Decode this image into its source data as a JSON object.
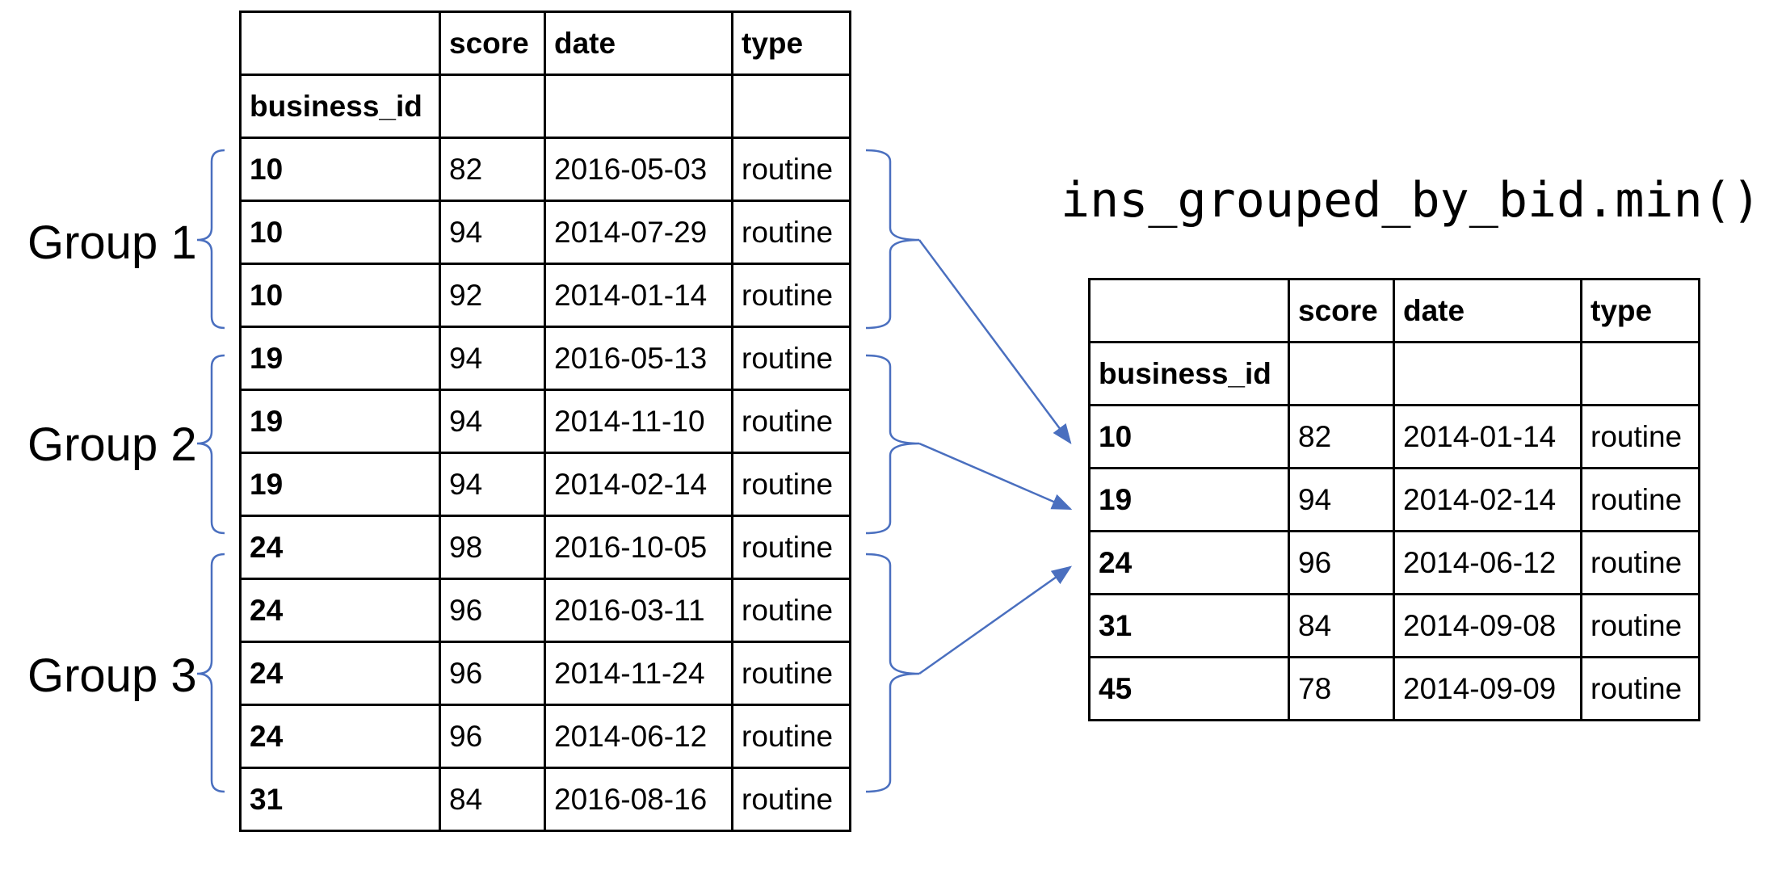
{
  "code_label": "ins_grouped_by_bid.min()",
  "group_labels": [
    "Group 1",
    "Group 2",
    "Group 3"
  ],
  "left_table": {
    "columns": [
      "",
      "score",
      "date",
      "type"
    ],
    "index_name": "business_id",
    "rows": [
      [
        "10",
        "82",
        "2016-05-03",
        "routine"
      ],
      [
        "10",
        "94",
        "2014-07-29",
        "routine"
      ],
      [
        "10",
        "92",
        "2014-01-14",
        "routine"
      ],
      [
        "19",
        "94",
        "2016-05-13",
        "routine"
      ],
      [
        "19",
        "94",
        "2014-11-10",
        "routine"
      ],
      [
        "19",
        "94",
        "2014-02-14",
        "routine"
      ],
      [
        "24",
        "98",
        "2016-10-05",
        "routine"
      ],
      [
        "24",
        "96",
        "2016-03-11",
        "routine"
      ],
      [
        "24",
        "96",
        "2014-11-24",
        "routine"
      ],
      [
        "24",
        "96",
        "2014-06-12",
        "routine"
      ],
      [
        "31",
        "84",
        "2016-08-16",
        "routine"
      ]
    ]
  },
  "right_table": {
    "columns": [
      "",
      "score",
      "date",
      "type"
    ],
    "index_name": "business_id",
    "rows": [
      [
        "10",
        "82",
        "2014-01-14",
        "routine"
      ],
      [
        "19",
        "94",
        "2014-02-14",
        "routine"
      ],
      [
        "24",
        "96",
        "2014-06-12",
        "routine"
      ],
      [
        "31",
        "84",
        "2014-09-08",
        "routine"
      ],
      [
        "45",
        "78",
        "2014-09-09",
        "routine"
      ]
    ]
  },
  "colors": {
    "arrow": "#4a6fbf",
    "bracket": "#4a6fbf",
    "text": "#000000",
    "border": "#000000"
  }
}
